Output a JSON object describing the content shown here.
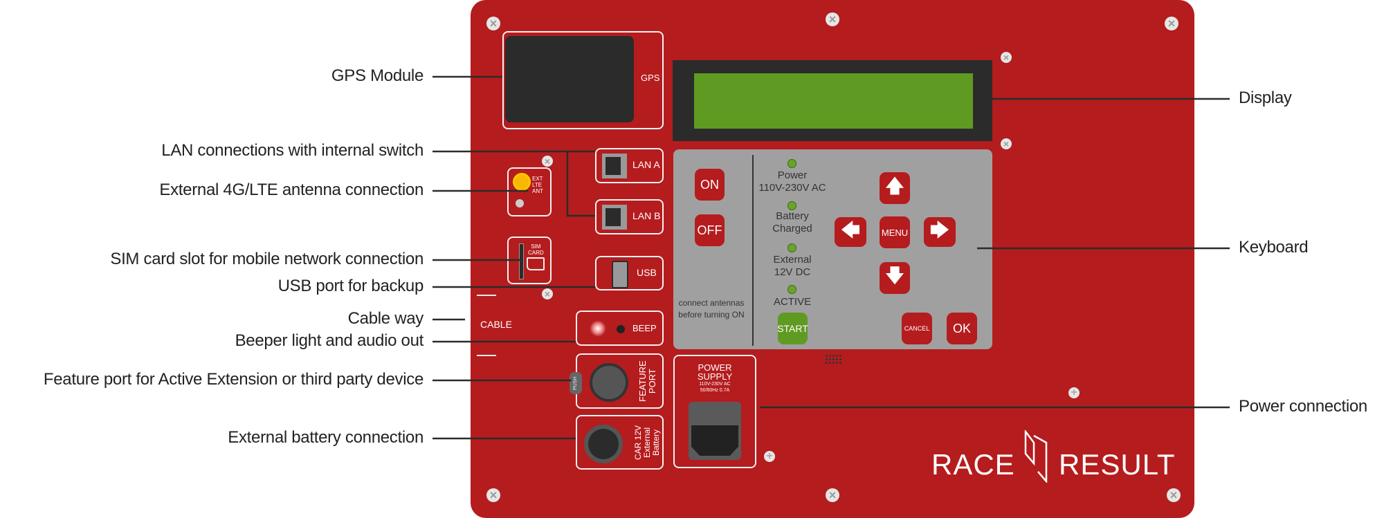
{
  "labels_left": [
    {
      "id": "gps",
      "text": "GPS Module"
    },
    {
      "id": "lan",
      "text": "LAN connections with internal switch"
    },
    {
      "id": "lte",
      "text": "External 4G/LTE antenna connection"
    },
    {
      "id": "sim",
      "text": "SIM card slot for mobile network connection"
    },
    {
      "id": "usb",
      "text": "USB port for backup"
    },
    {
      "id": "cable",
      "text": "Cable way"
    },
    {
      "id": "beeper",
      "text": "Beeper light and audio out"
    },
    {
      "id": "feature",
      "text": "Feature port for Active Extension or third party device"
    },
    {
      "id": "battery",
      "text": "External battery connection"
    }
  ],
  "labels_right": [
    {
      "id": "display",
      "text": "Display"
    },
    {
      "id": "keyboard",
      "text": "Keyboard"
    },
    {
      "id": "power",
      "text": "Power connection"
    }
  ],
  "panel": {
    "gps": "GPS",
    "lan_a": "LAN A",
    "lan_b": "LAN B",
    "usb": "USB",
    "lte": [
      "EXT",
      "LTE",
      "ANT"
    ],
    "sim": [
      "SIM",
      "CARD"
    ],
    "cable": "CABLE",
    "beep": "BEEP",
    "feature": [
      "FEATURE",
      "PORT"
    ],
    "push": "PUSH",
    "battery": [
      "CAR 12V",
      "External",
      "Battery"
    ],
    "power_supply": {
      "title1": "POWER",
      "title2": "SUPPLY",
      "spec1": "110V-230V AC",
      "spec2": "50/60Hz 0.7A"
    },
    "logo": {
      "left": "RACE",
      "right": "RESULT"
    }
  },
  "keyboard": {
    "on": "ON",
    "off": "OFF",
    "note": [
      "connect antennas",
      "before turning ON"
    ],
    "leds": [
      [
        "Power",
        "110V-230V AC"
      ],
      [
        "Battery",
        "Charged"
      ],
      [
        "External",
        "12V DC"
      ],
      [
        "ACTIVE",
        ""
      ]
    ],
    "start": "START",
    "menu": "MENU",
    "cancel": "CANCEL",
    "ok": "OK"
  },
  "colors": {
    "panel": "#b51c1e",
    "keyboard": "#a0a0a0",
    "display": "#5f9a22",
    "start": "#5f9a22",
    "led": "#6aa329"
  }
}
